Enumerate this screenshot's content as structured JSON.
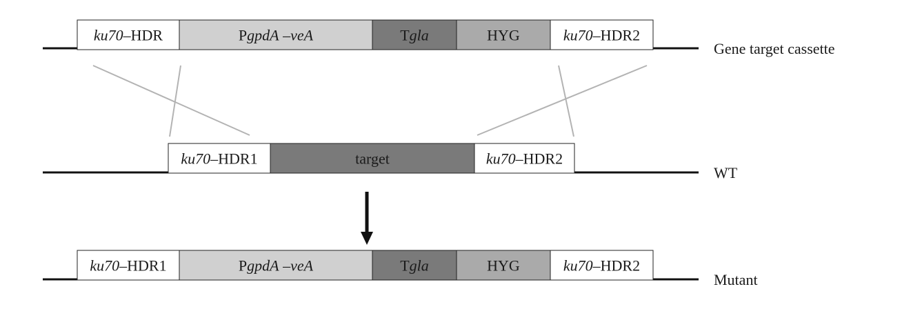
{
  "rows": [
    {
      "label": "Gene target cassette",
      "segments": [
        {
          "parts": [
            [
              "ku70",
              true
            ],
            [
              "–HDR",
              false
            ]
          ],
          "color": "#ffffff"
        },
        {
          "parts": [
            [
              "P",
              false
            ],
            [
              "gpdA",
              true
            ],
            [
              " –",
              false
            ],
            [
              "veA",
              true
            ]
          ],
          "color": "#d0d0d0"
        },
        {
          "parts": [
            [
              "T",
              false
            ],
            [
              "gla",
              true
            ]
          ],
          "color": "#7a7a7a"
        },
        {
          "parts": [
            [
              "HYG",
              false
            ]
          ],
          "color": "#aaaaaa"
        },
        {
          "parts": [
            [
              "ku70",
              true
            ],
            [
              "–HDR2",
              false
            ]
          ],
          "color": "#ffffff"
        }
      ]
    },
    {
      "label": "WT",
      "segments": [
        {
          "parts": [
            [
              "ku70",
              true
            ],
            [
              "–HDR1",
              false
            ]
          ],
          "color": "#ffffff"
        },
        {
          "parts": [
            [
              "target",
              false
            ]
          ],
          "color": "#7a7a7a"
        },
        {
          "parts": [
            [
              "ku70",
              true
            ],
            [
              "–HDR2",
              false
            ]
          ],
          "color": "#ffffff"
        }
      ]
    },
    {
      "label": "Mutant",
      "segments": [
        {
          "parts": [
            [
              "ku70",
              true
            ],
            [
              "–HDR1",
              false
            ]
          ],
          "color": "#ffffff"
        },
        {
          "parts": [
            [
              "P",
              false
            ],
            [
              "gpdA",
              true
            ],
            [
              " –",
              false
            ],
            [
              "veA",
              true
            ]
          ],
          "color": "#d0d0d0"
        },
        {
          "parts": [
            [
              "T",
              false
            ],
            [
              "gla",
              true
            ]
          ],
          "color": "#7a7a7a"
        },
        {
          "parts": [
            [
              "HYG",
              false
            ]
          ],
          "color": "#aaaaaa"
        },
        {
          "parts": [
            [
              "ku70",
              true
            ],
            [
              "–HDR2",
              false
            ]
          ],
          "color": "#ffffff"
        }
      ]
    }
  ]
}
